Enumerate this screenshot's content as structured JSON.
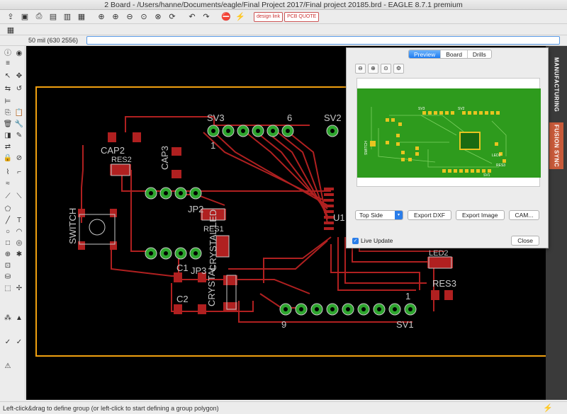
{
  "window": {
    "title": "2 Board - /Users/hanne/Documents/eagle/Final Project 2017/Final project 20185.brd - EAGLE 8.7.1 premium"
  },
  "toolbar": {
    "buttons": [
      "open-icon",
      "save-icon",
      "print-icon",
      "cam-icon",
      "sch-icon",
      "ulp-icon",
      "script-icon",
      "zoom-fit-icon",
      "zoom-in-icon",
      "zoom-out-icon",
      "zoom-select-icon",
      "zoom-area-icon",
      "redraw-icon",
      "undo-icon",
      "redo-icon",
      "stop-icon",
      "go-icon"
    ],
    "design_link": "design link",
    "pcb_quote": "PCB QUOTE"
  },
  "coord": {
    "grid": "50 mil (630 2556)"
  },
  "command": {
    "value": ""
  },
  "status": {
    "text": "Left-click&drag to define group (or left-click to start defining a group polygon)"
  },
  "side_tabs": {
    "manufacturing": "MANUFACTURING",
    "fusion": "FUSION SYNC"
  },
  "dialog": {
    "tabs": [
      "Preview",
      "Board",
      "Drills"
    ],
    "active_tab": "Preview",
    "side_select": "Top Side",
    "export_dxf": "Export DXF",
    "export_image": "Export Image",
    "cam": "CAM...",
    "live_update": "Live Update",
    "close": "Close"
  },
  "board": {
    "labels": {
      "sv3": "SV3",
      "sv3_6": "6",
      "sv3_1": "1",
      "sv2": "SV2",
      "cap2": "CAP2",
      "res2": "RES2",
      "cap3": "CAP3",
      "switch": "SWITCH",
      "jp2": "JP2",
      "res1": "RES1",
      "u1": "U1",
      "crystal_led": "CRYSTAL LED",
      "c1": "C1",
      "jp3": "JP3",
      "crystal": "CRYSTAL",
      "c2": "C2",
      "sv1": "SV1",
      "sv1_9": "9",
      "sv1_1": "1",
      "led2": "LED2",
      "res3": "RES3"
    },
    "colors": {
      "board_outline": "#f0a010",
      "pad": "#2ea62e",
      "copper": "#b02020",
      "silk": "#c8c8c8",
      "background": "#000000"
    }
  },
  "preview": {
    "colors": {
      "board": "#2e9b1d",
      "pad": "#e8c420",
      "bg": "#ffffff"
    },
    "labels": {
      "sv3": "SV3",
      "sv2": "SV2",
      "switch": "SWITCH",
      "res3": "RES3",
      "sv1": "SV1",
      "led2": "LED2"
    }
  }
}
